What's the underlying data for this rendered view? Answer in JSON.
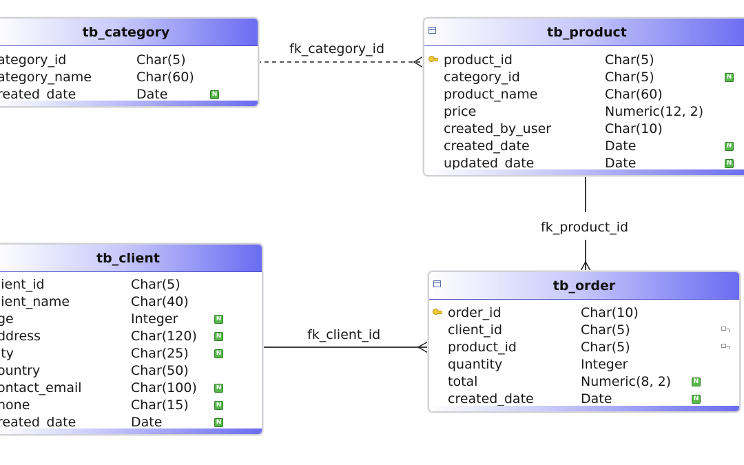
{
  "tables": {
    "category": {
      "name": "tb_category",
      "columns": [
        {
          "name": "ategory_id",
          "type": "Char(5)",
          "pk": false,
          "nullable": false,
          "fk": false
        },
        {
          "name": "ategory_name",
          "type": "Char(60)",
          "pk": false,
          "nullable": false,
          "fk": false
        },
        {
          "name": "reated_date",
          "type": "Date",
          "pk": false,
          "nullable": true,
          "fk": false
        }
      ]
    },
    "product": {
      "name": "tb_product",
      "columns": [
        {
          "name": "product_id",
          "type": "Char(5)",
          "pk": true,
          "nullable": false,
          "fk": false
        },
        {
          "name": "category_id",
          "type": "Char(5)",
          "pk": false,
          "nullable": true,
          "fk": false
        },
        {
          "name": "product_name",
          "type": "Char(60)",
          "pk": false,
          "nullable": false,
          "fk": false
        },
        {
          "name": "price",
          "type": "Numeric(12, 2)",
          "pk": false,
          "nullable": false,
          "fk": false
        },
        {
          "name": "created_by_user",
          "type": "Char(10)",
          "pk": false,
          "nullable": false,
          "fk": false
        },
        {
          "name": "created_date",
          "type": "Date",
          "pk": false,
          "nullable": true,
          "fk": false
        },
        {
          "name": "updated_date",
          "type": "Date",
          "pk": false,
          "nullable": true,
          "fk": false
        }
      ]
    },
    "client": {
      "name": "tb_client",
      "columns": [
        {
          "name": "lient_id",
          "type": "Char(5)",
          "pk": false,
          "nullable": false,
          "fk": false
        },
        {
          "name": "lient_name",
          "type": "Char(40)",
          "pk": false,
          "nullable": false,
          "fk": false
        },
        {
          "name": "ge",
          "type": "Integer",
          "pk": false,
          "nullable": true,
          "fk": false
        },
        {
          "name": "ddress",
          "type": "Char(120)",
          "pk": false,
          "nullable": true,
          "fk": false
        },
        {
          "name": "ity",
          "type": "Char(25)",
          "pk": false,
          "nullable": true,
          "fk": false
        },
        {
          "name": "ountry",
          "type": "Char(50)",
          "pk": false,
          "nullable": false,
          "fk": false
        },
        {
          "name": "ontact_email",
          "type": "Char(100)",
          "pk": false,
          "nullable": true,
          "fk": false
        },
        {
          "name": "hone",
          "type": "Char(15)",
          "pk": false,
          "nullable": true,
          "fk": false
        },
        {
          "name": "reated_date",
          "type": "Date",
          "pk": false,
          "nullable": true,
          "fk": false
        }
      ]
    },
    "order": {
      "name": "tb_order",
      "columns": [
        {
          "name": "order_id",
          "type": "Char(10)",
          "pk": true,
          "nullable": false,
          "fk": false
        },
        {
          "name": "client_id",
          "type": "Char(5)",
          "pk": false,
          "nullable": false,
          "fk": true
        },
        {
          "name": "product_id",
          "type": "Char(5)",
          "pk": false,
          "nullable": false,
          "fk": true
        },
        {
          "name": "quantity",
          "type": "Integer",
          "pk": false,
          "nullable": false,
          "fk": false
        },
        {
          "name": "total",
          "type": "Numeric(8, 2)",
          "pk": false,
          "nullable": true,
          "fk": false
        },
        {
          "name": "created_date",
          "type": "Date",
          "pk": false,
          "nullable": true,
          "fk": false
        }
      ]
    }
  },
  "relationships": {
    "fk_category": {
      "label": "fk_category_id",
      "style": "dashed"
    },
    "fk_product": {
      "label": "fk_product_id",
      "style": "solid"
    },
    "fk_client": {
      "label": "fk_client_id",
      "style": "solid"
    }
  },
  "badges": {
    "nullable": "N"
  },
  "colors": {
    "header_accent": "#6a6cf2",
    "nullable_badge": "#58b84c",
    "pk_key": "#f2cd3c"
  }
}
